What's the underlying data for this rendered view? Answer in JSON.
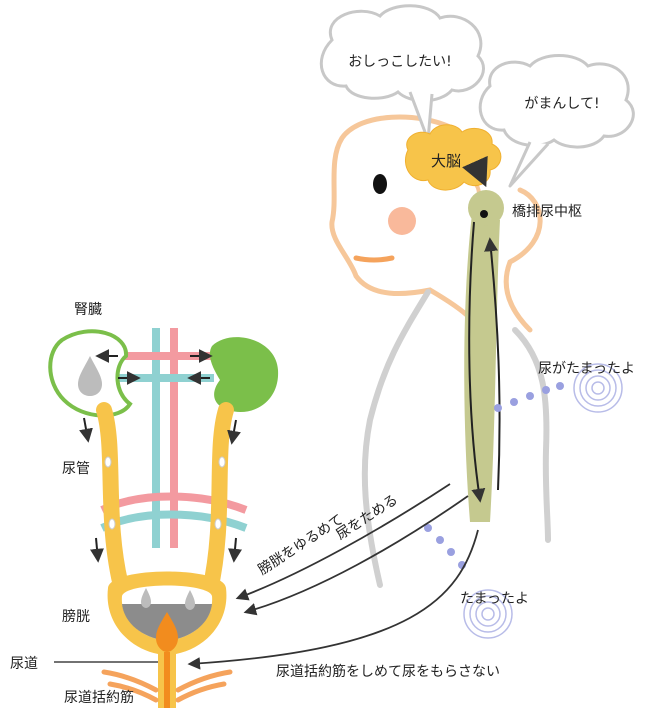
{
  "bubbles": {
    "want_to_pee": "おしっこしたい!",
    "hold_it": "がまんして!"
  },
  "labels": {
    "brain": "大脳",
    "pons_center": "橋排尿中枢",
    "kidney": "腎臓",
    "ureter": "尿管",
    "bladder": "膀胱",
    "urethra": "尿道",
    "sphincter": "尿道括約筋",
    "bladder_full": "尿がたまったよ",
    "full": "たまったよ",
    "relax_store_1": "膀胱をゆるめて",
    "relax_store_2": "尿をためる",
    "sphincter_signal": "尿道括約筋をしめて尿をもらさない"
  },
  "colors": {
    "skin_outline": "#f6c79a",
    "body_outline": "#c8c8c8",
    "brain": "#f7c44a",
    "spinal_cord": "#c5c98f",
    "artery": "#f39aa0",
    "vein": "#8fd1d1",
    "kidney_outline": "#7bbf4a",
    "kidney_fill": "#7bbf4a",
    "ureter": "#f7c44a",
    "urine": "#f28c1e",
    "signal_dot": "#9aa0e0",
    "cheek": "#f9b99b",
    "lips": "#f5a35c"
  }
}
